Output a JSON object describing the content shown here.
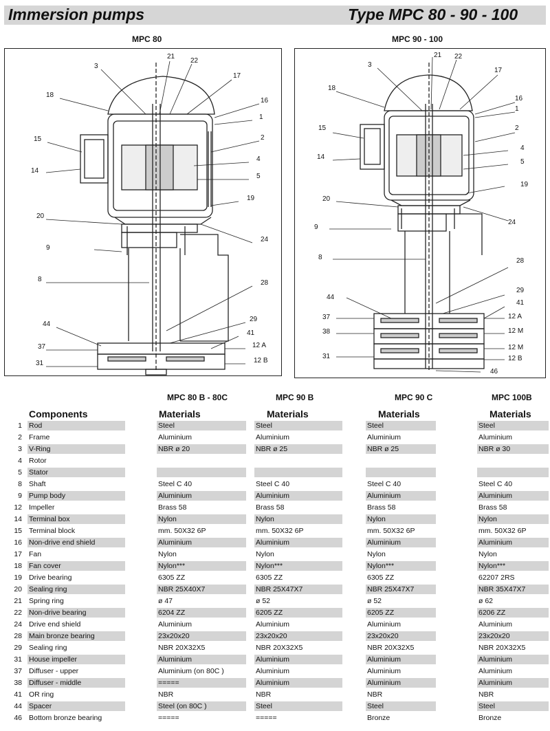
{
  "header": {
    "title_left": "Immersion pumps",
    "title_right": "Type   MPC  80 - 90 - 100"
  },
  "diagrams": {
    "left_label": "MPC 80",
    "right_label": "MPC 90 - 100",
    "left_callouts": [
      "3",
      "21",
      "22",
      "17",
      "18",
      "16",
      "1",
      "15",
      "2",
      "4",
      "14",
      "5",
      "19",
      "20",
      "24",
      "9",
      "8",
      "28",
      "29",
      "44",
      "41",
      "37",
      "12  A",
      "31",
      "12  B"
    ],
    "right_callouts": [
      "3",
      "21",
      "22",
      "17",
      "18",
      "16",
      "1",
      "15",
      "2",
      "4",
      "14",
      "5",
      "19",
      "20",
      "24",
      "9",
      "8",
      "28",
      "29",
      "44",
      "41",
      "37",
      "12  A",
      "38",
      "12  M",
      "12  M",
      "31",
      "12  B",
      "46"
    ]
  },
  "models": [
    "MPC 80 B - 80C",
    "MPC 90 B",
    "MPC 90 C",
    "MPC 100B"
  ],
  "table": {
    "components_header": "Components",
    "materials_header": "Materials",
    "rows": [
      {
        "num": "1",
        "name": "Rod",
        "mat": [
          "Steel",
          "Steel",
          "Steel",
          "Steel"
        ]
      },
      {
        "num": "2",
        "name": "Frame",
        "mat": [
          "Aluminium",
          "Aluminium",
          "Aluminium",
          "Aluminium"
        ]
      },
      {
        "num": "3",
        "name": "V-Ring",
        "mat": [
          "NBR  ø 20",
          "NBR  ø 25",
          "NBR  ø 25",
          "NBR  ø 30"
        ]
      },
      {
        "num": "4",
        "name": "Rotor",
        "mat": [
          "",
          "",
          "",
          ""
        ]
      },
      {
        "num": "5",
        "name": "Stator",
        "mat": [
          "",
          "",
          "",
          ""
        ]
      },
      {
        "num": "8",
        "name": "Shaft",
        "mat": [
          "Steel C 40",
          "Steel C 40",
          "Steel C 40",
          "Steel C 40"
        ]
      },
      {
        "num": "9",
        "name": "Pump body",
        "mat": [
          "Aluminium",
          "Aluminium",
          "Aluminium",
          "Aluminium"
        ]
      },
      {
        "num": "12",
        "name": "Impeller",
        "mat": [
          "Brass  58",
          "Brass  58",
          "Brass  58",
          "Brass  58"
        ]
      },
      {
        "num": "14",
        "name": "Terminal box",
        "mat": [
          "Nylon",
          "Nylon",
          "Nylon",
          "Nylon"
        ]
      },
      {
        "num": "15",
        "name": "Terminal block",
        "mat": [
          "mm. 50X32  6P",
          "mm. 50X32  6P",
          "mm. 50X32  6P",
          "mm. 50X32  6P"
        ]
      },
      {
        "num": "16",
        "name": "Non-drive end shield",
        "mat": [
          "Aluminium",
          "Aluminium",
          "Aluminium",
          "Aluminium"
        ]
      },
      {
        "num": "17",
        "name": "Fan",
        "mat": [
          "Nylon",
          "Nylon",
          "Nylon",
          "Nylon"
        ]
      },
      {
        "num": "18",
        "name": "Fan cover",
        "mat": [
          "Nylon***",
          "Nylon***",
          "Nylon***",
          "Nylon***"
        ]
      },
      {
        "num": "19",
        "name": "Drive bearing",
        "mat": [
          "6305 ZZ",
          "6305 ZZ",
          "6305 ZZ",
          "62207 2RS"
        ]
      },
      {
        "num": "20",
        "name": "Sealing ring",
        "mat": [
          "NBR  25X40X7",
          "NBR  25X47X7",
          "NBR  25X47X7",
          "NBR  35X47X7"
        ]
      },
      {
        "num": "21",
        "name": "Spring ring",
        "mat": [
          "ø 47",
          "ø 52",
          "ø 52",
          "ø 62"
        ]
      },
      {
        "num": "22",
        "name": "Non-drive bearing",
        "mat": [
          "6204 ZZ",
          "6205 ZZ",
          "6205 ZZ",
          "6206 ZZ"
        ]
      },
      {
        "num": "24",
        "name": "Drive end shield",
        "mat": [
          "Aluminium",
          "Aluminium",
          "Aluminium",
          "Aluminium"
        ]
      },
      {
        "num": "28",
        "name": "Main bronze bearing",
        "mat": [
          "23x20x20",
          "23x20x20",
          "23x20x20",
          "23x20x20"
        ]
      },
      {
        "num": "29",
        "name": "Sealing ring",
        "mat": [
          "NBR  20X32X5",
          "NBR  20X32X5",
          "NBR  20X32X5",
          "NBR  20X32X5"
        ]
      },
      {
        "num": "31",
        "name": "House impeller",
        "mat": [
          "Aluminium",
          "Aluminium",
          "Aluminium",
          "Aluminium"
        ]
      },
      {
        "num": "37",
        "name": "Diffuser - upper",
        "mat": [
          "Aluminium (on 80C )",
          "Aluminium",
          "Aluminium",
          "Aluminium"
        ]
      },
      {
        "num": "38",
        "name": "Diffuser - middle",
        "mat": [
          "=====",
          "Aluminium",
          "Aluminium",
          "Aluminium"
        ]
      },
      {
        "num": "41",
        "name": "OR ring",
        "mat": [
          "NBR",
          "NBR",
          "NBR",
          "NBR"
        ]
      },
      {
        "num": "44",
        "name": "Spacer",
        "mat": [
          "Steel (on  80C )",
          "Steel",
          "Steel",
          "Steel"
        ]
      },
      {
        "num": "46",
        "name": "Bottom bronze bearing",
        "mat": [
          "=====",
          "=====",
          "Bronze",
          "Bronze"
        ]
      }
    ]
  }
}
